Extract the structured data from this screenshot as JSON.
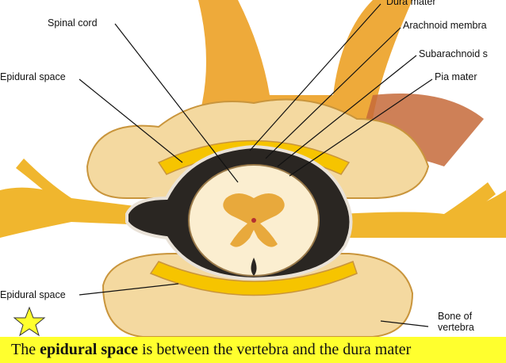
{
  "labels": {
    "dura_mater": "Dura mater",
    "spinal_cord": "Spinal cord",
    "arachnoid": "Arachnoid membra",
    "subarachnoid": "Subarachnoid s",
    "pia_mater": "Pia mater",
    "epidural_top": "Epidural space",
    "epidural_bottom": "Epidural space",
    "bone_line1": "Bone of",
    "bone_line2": "vertebra"
  },
  "caption": {
    "prefix": "The ",
    "bold": "epidural space",
    "suffix": " is between the vertebra and the dura mater"
  },
  "colors": {
    "caption_bg": "#ffff2e",
    "star": "#ffff2e",
    "bone": "#f4d9a0",
    "nerve": "#f0b62e",
    "fat": "#f6c400",
    "cord": "#fbeed0",
    "gray_matter": "#e8a93c"
  },
  "icons": {
    "star": "star-icon"
  }
}
